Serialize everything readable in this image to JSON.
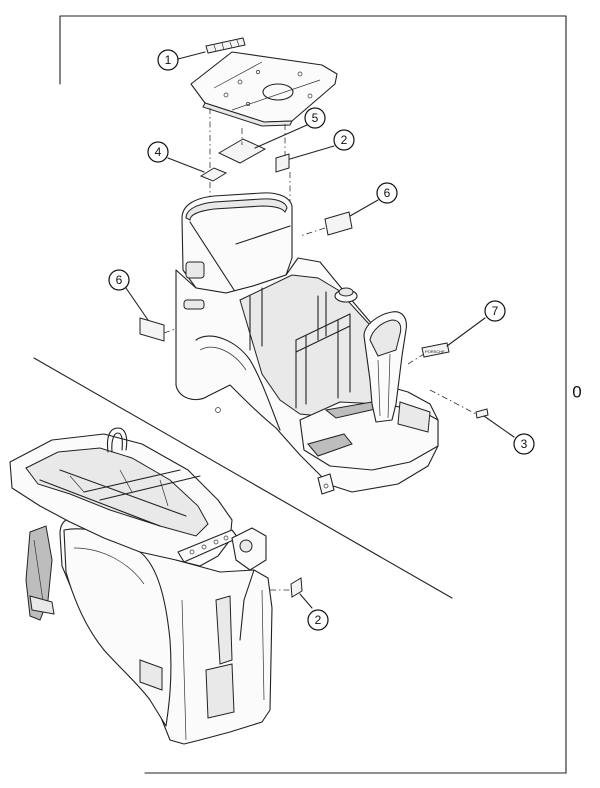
{
  "diagram": {
    "revision_label": "0",
    "callouts": [
      {
        "id": "c1",
        "label": "1"
      },
      {
        "id": "c5",
        "label": "5"
      },
      {
        "id": "c4",
        "label": "4"
      },
      {
        "id": "c2a",
        "label": "2"
      },
      {
        "id": "c6a",
        "label": "6"
      },
      {
        "id": "c6b",
        "label": "6"
      },
      {
        "id": "c7",
        "label": "7"
      },
      {
        "id": "c3",
        "label": "3"
      },
      {
        "id": "c2b",
        "label": "2"
      }
    ],
    "decal_7_text": "PORSCHE"
  }
}
